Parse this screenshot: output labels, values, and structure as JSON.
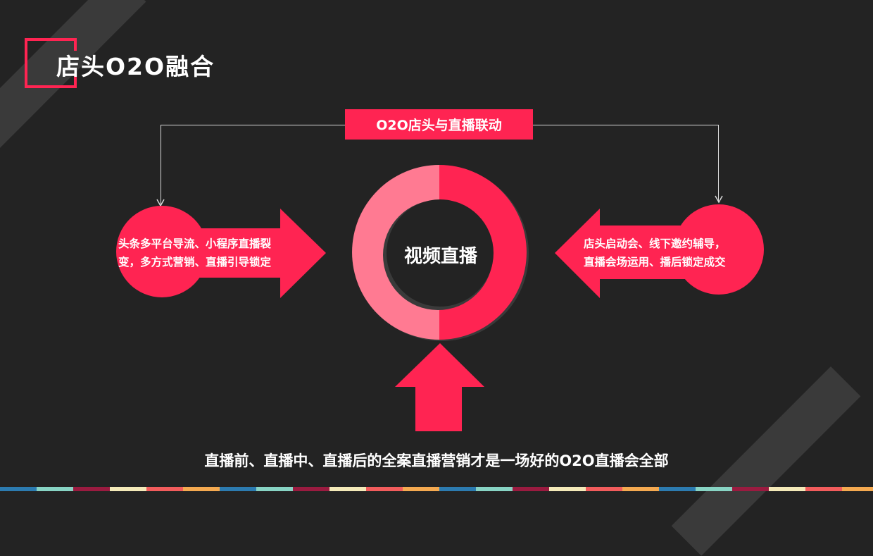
{
  "slide": {
    "title": "店头O2O融合",
    "top_label": "O2O店头与直播联动",
    "center_label": "视频直播",
    "left_text": {
      "line1": "头条多平台导流、小程序直播裂",
      "line2": "变，多方式营销、直播引导锁定"
    },
    "right_text": {
      "line1": "店头启动会、线下邀约辅导，",
      "line2": "直播会场运用、播后锁定成交"
    },
    "bottom_caption": "直播前、直播中、直播后的全案直播营销才是一场好的O2O直播会全部"
  },
  "colors": {
    "background": "#232323",
    "accent": "#ff2452",
    "donut_light": "#ff7a92",
    "strip": [
      "#2c7bb0",
      "#88d4c4",
      "#9a1b40",
      "#f3e9b8",
      "#f25c5c",
      "#f4a950"
    ]
  }
}
